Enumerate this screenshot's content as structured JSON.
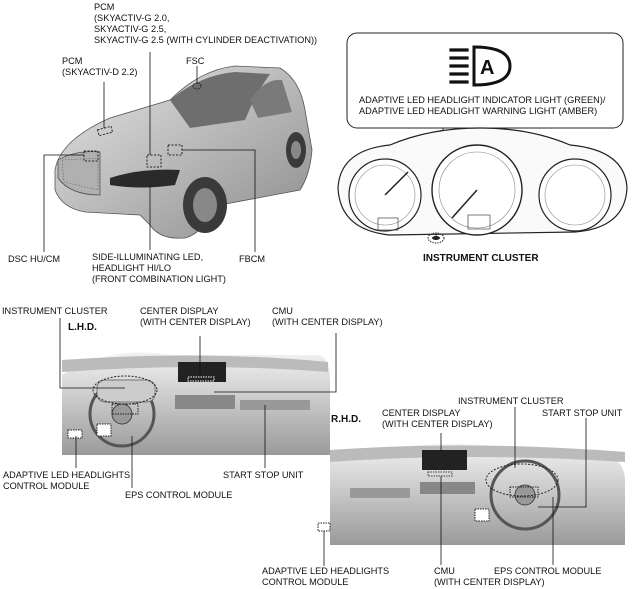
{
  "labels": {
    "pcm_g": [
      "PCM",
      "(SKYACTIV-G 2.0,",
      "SKYACTIV-G 2.5,",
      "SKYACTIV-G 2.5 (WITH CYLINDER DEACTIVATION))"
    ],
    "pcm_d": [
      "PCM",
      "(SKYACTIV-D 2.2)"
    ],
    "fsc": "FSC",
    "dsc": "DSC HU/CM",
    "side_led": [
      "SIDE-ILLUMINATING LED,",
      "HEADLIGHT HI/LO",
      "(FRONT COMBINATION LIGHT)"
    ],
    "fbcm": "FBCM",
    "indicator": [
      "ADAPTIVE LED HEADLIGHT INDICATOR LIGHT (GREEN)/",
      "ADAPTIVE LED HEADLIGHT WARNING LIGHT (AMBER)"
    ],
    "instrument_cluster_main": "INSTRUMENT CLUSTER",
    "lhd": {
      "title": "L.H.D.",
      "instrument_cluster": "INSTRUMENT CLUSTER",
      "center_display": [
        "CENTER DISPLAY",
        "(WITH CENTER DISPLAY)"
      ],
      "cmu": [
        "CMU",
        "(WITH CENTER DISPLAY)"
      ],
      "adaptive": [
        "ADAPTIVE LED HEADLIGHTS",
        "CONTROL MODULE"
      ],
      "start_stop": "START STOP UNIT",
      "eps": "EPS CONTROL MODULE"
    },
    "rhd": {
      "title": "R.H.D.",
      "instrument_cluster": "INSTRUMENT CLUSTER",
      "center_display": [
        "CENTER DISPLAY",
        "(WITH CENTER DISPLAY)"
      ],
      "start_stop": "START STOP UNIT",
      "adaptive": [
        "ADAPTIVE LED HEADLIGHTS",
        "CONTROL MODULE"
      ],
      "cmu": [
        "CMU",
        "(WITH CENTER DISPLAY)"
      ],
      "eps": "EPS CONTROL MODULE"
    }
  },
  "icons": [
    "headlight-auto-icon",
    "speedometer-gauge-icon"
  ]
}
